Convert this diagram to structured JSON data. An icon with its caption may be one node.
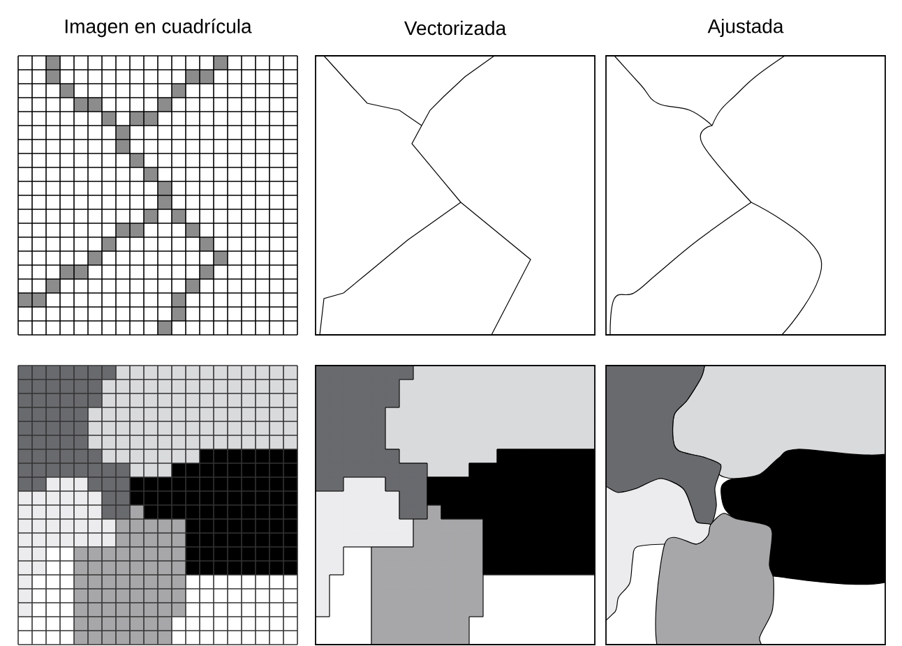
{
  "diagram": {
    "labels": [
      "Imagen en cuadrícula",
      "Vectorizada",
      "Ajustada"
    ]
  }
}
